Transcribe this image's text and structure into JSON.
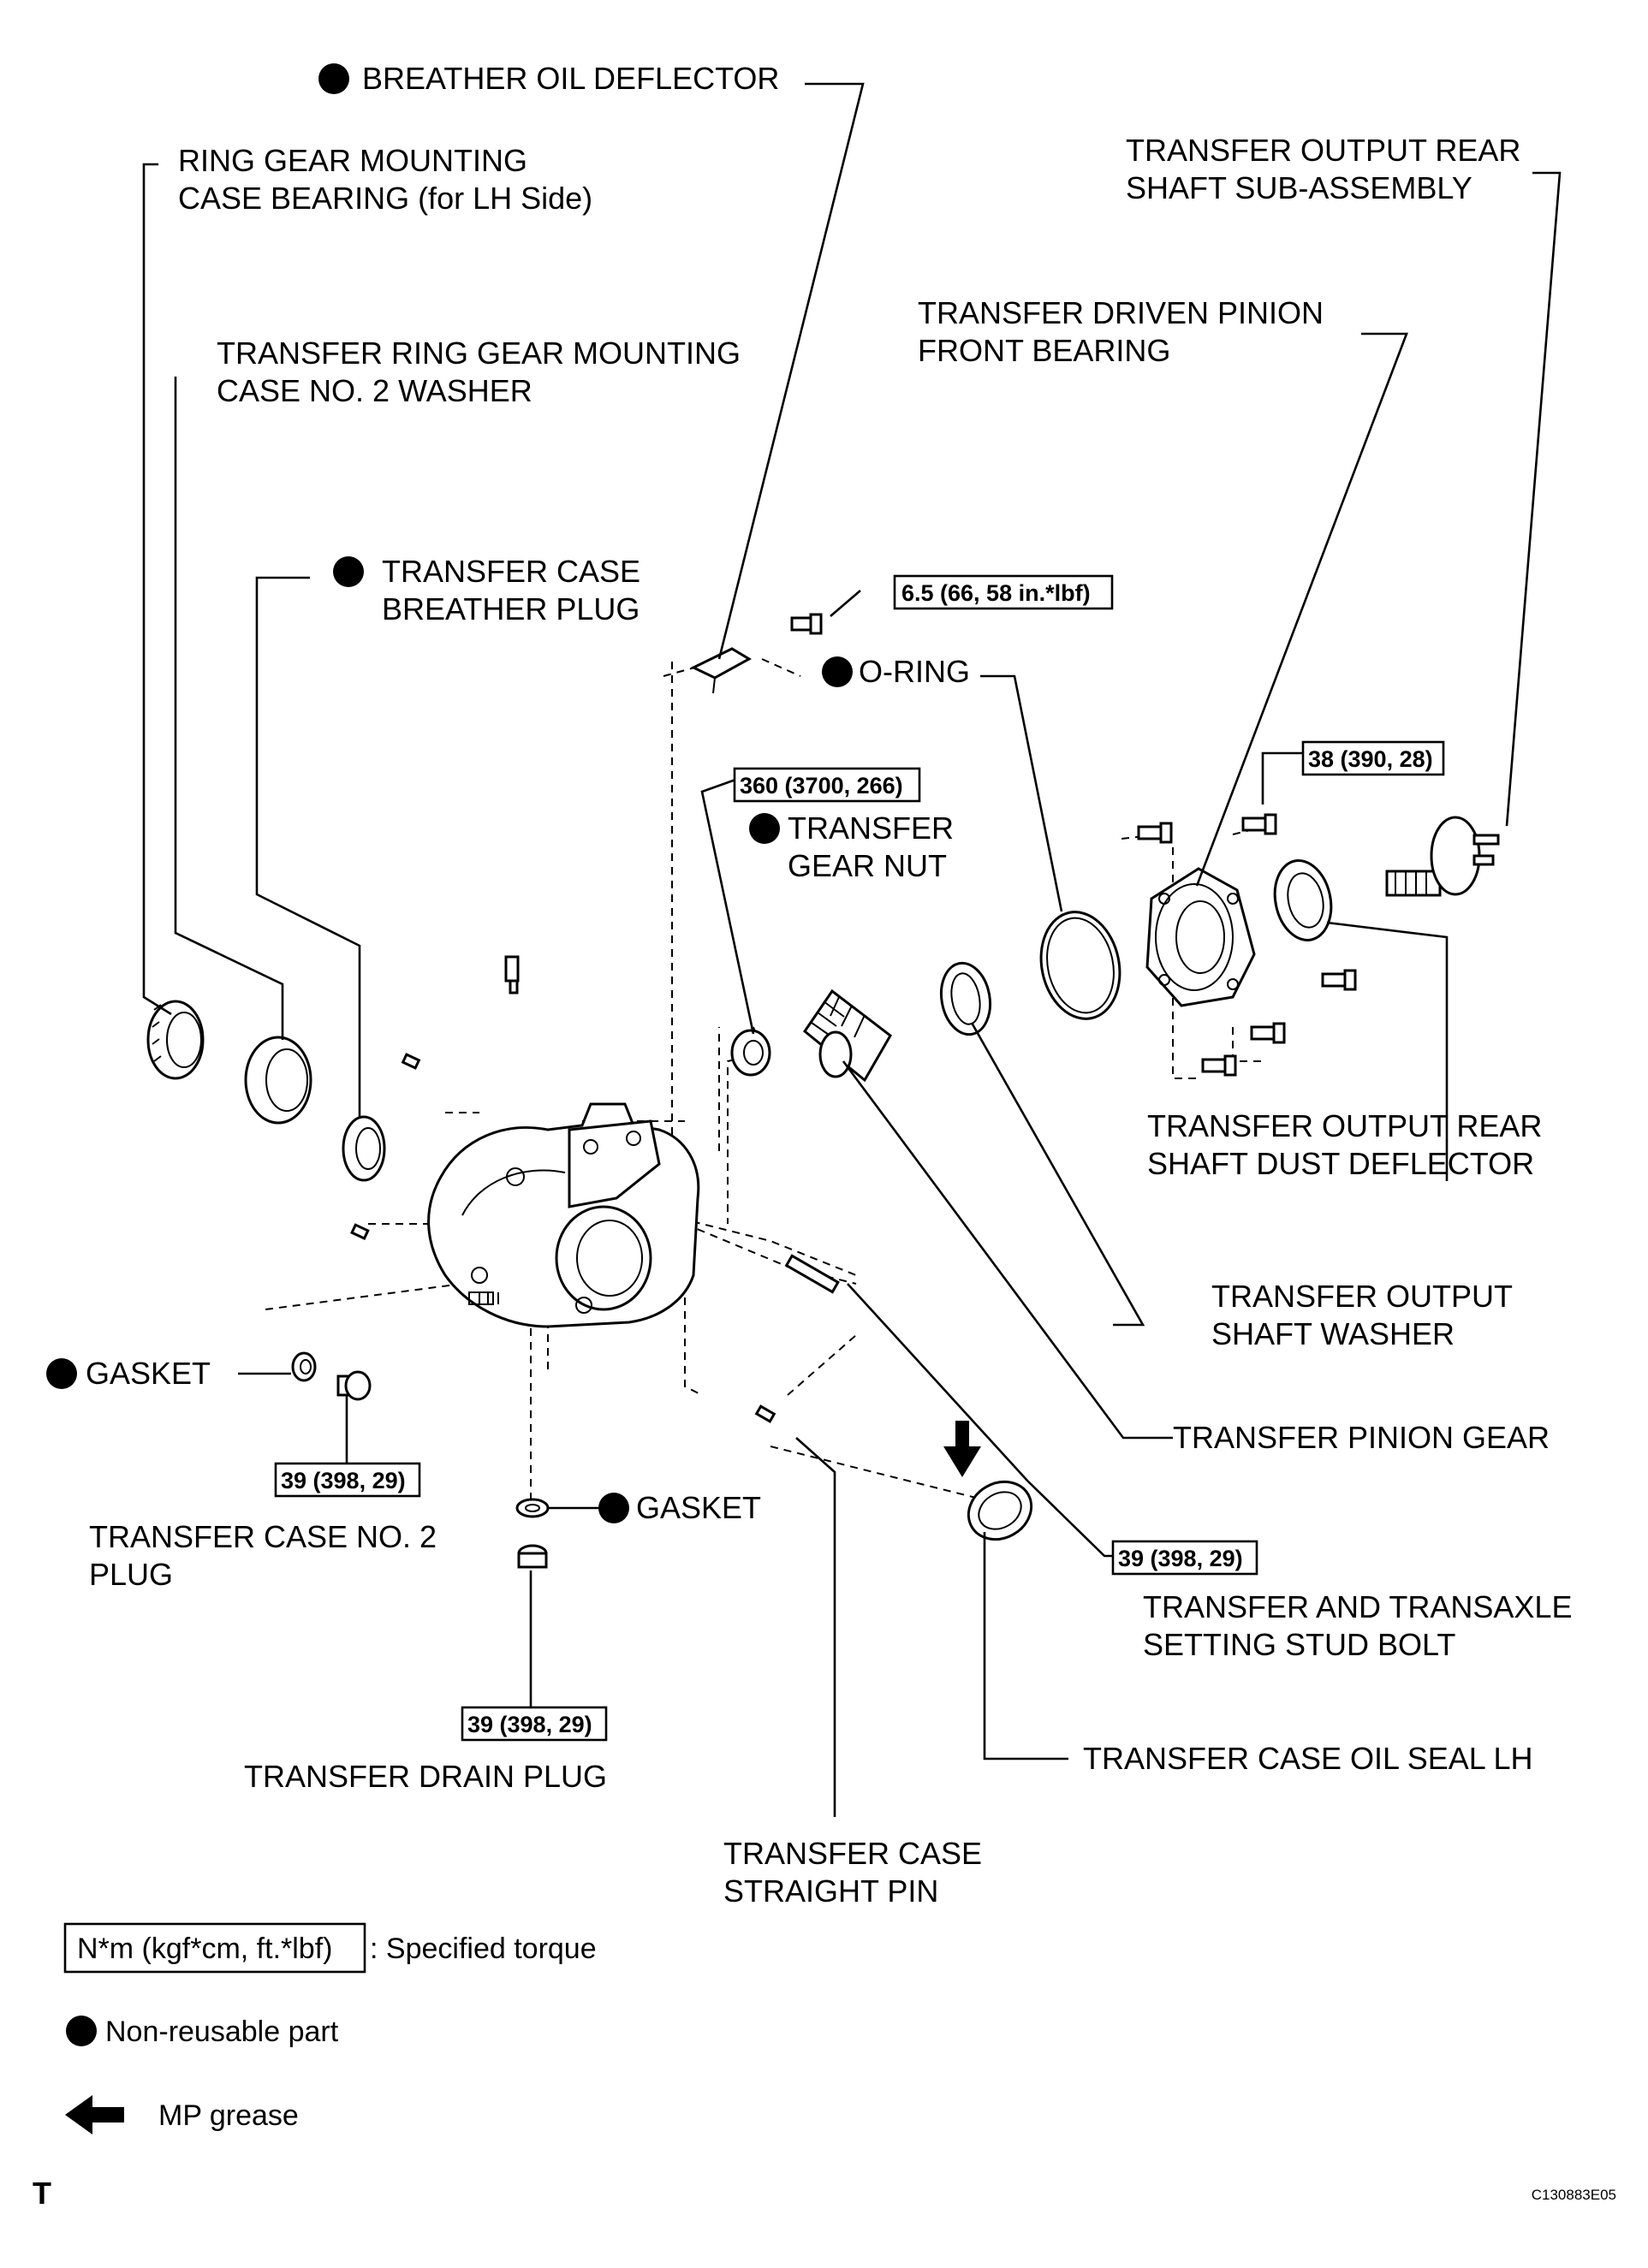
{
  "labels": {
    "breather_oil_deflector": "BREATHER OIL DEFLECTOR",
    "ring_gear_bearing_1": "RING GEAR MOUNTING",
    "ring_gear_bearing_2": "CASE BEARING  (for LH Side)",
    "ring_gear_washer_1": "TRANSFER RING GEAR MOUNTING",
    "ring_gear_washer_2": "CASE NO. 2 WASHER",
    "breather_plug_1": "TRANSFER CASE",
    "breather_plug_2": "BREATHER PLUG",
    "o_ring": "O-RING",
    "gear_nut_1": "TRANSFER",
    "gear_nut_2": "GEAR NUT",
    "output_rear_shaft_1": "TRANSFER OUTPUT REAR",
    "output_rear_shaft_2": "SHAFT SUB-ASSEMBLY",
    "driven_pinion_bearing_1": "TRANSFER DRIVEN PINION",
    "driven_pinion_bearing_2": "FRONT BEARING",
    "dust_deflector_1": "TRANSFER OUTPUT REAR",
    "dust_deflector_2": "SHAFT DUST DEFLECTOR",
    "output_shaft_washer_1": "TRANSFER OUTPUT",
    "output_shaft_washer_2": "SHAFT WASHER",
    "pinion_gear": "TRANSFER PINION GEAR",
    "gasket_left": "GASKET",
    "gasket_center": "GASKET",
    "case_no2_plug_1": "TRANSFER CASE NO. 2",
    "case_no2_plug_2": "PLUG",
    "stud_bolt_1": "TRANSFER AND TRANSAXLE",
    "stud_bolt_2": "SETTING STUD BOLT",
    "drain_plug": "TRANSFER DRAIN PLUG",
    "oil_seal_lh": "TRANSFER CASE OIL SEAL LH",
    "straight_pin_1": "TRANSFER CASE",
    "straight_pin_2": "STRAIGHT PIN"
  },
  "torques": {
    "breather_deflector_bolt": "6.5 (66, 58 in.*lbf)",
    "gear_nut": "360 (3700, 266)",
    "driven_pinion_bolts": "38 (390, 28)",
    "case_no2_plug": "39 (398, 29)",
    "stud_bolt": "39 (398, 29)",
    "drain_plug": "39 (398, 29)"
  },
  "legend": {
    "torque_box": "N*m (kgf*cm, ft.*lbf)",
    "torque_text": ": Specified torque",
    "non_reusable": "Non-reusable part",
    "grease": "MP grease"
  },
  "footer": {
    "left_code": "T",
    "figure_code": "C130883E05"
  },
  "icons": [
    "filled-circle-icon",
    "grease-arrow-icon"
  ]
}
